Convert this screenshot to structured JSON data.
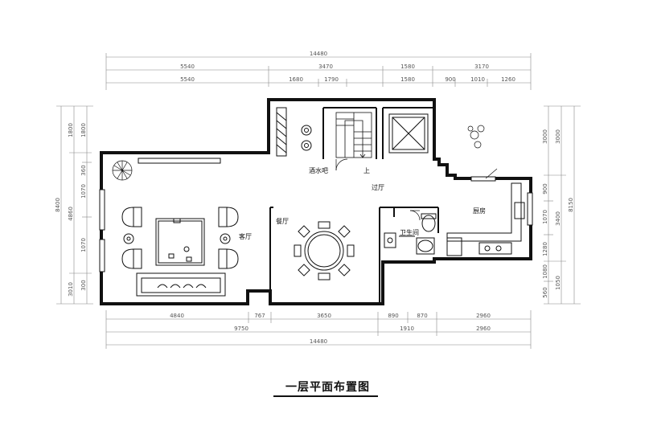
{
  "title": "一层平面布置图",
  "rooms": {
    "bar": "酒水吧",
    "stairs_up": "上",
    "corridor": "过厅",
    "dining": "餐厅",
    "living": "客厅",
    "bathroom": "卫生间",
    "kitchen": "厨房"
  },
  "dimensions": {
    "top_total": "14480",
    "top_row1": [
      "5540",
      "3470",
      "1580",
      "3170"
    ],
    "top_row2": [
      "5540",
      "1680",
      "1790",
      "1580",
      "900",
      "1010",
      "1260"
    ],
    "bottom_row1": [
      "4840",
      "767",
      "3650",
      "890",
      "870",
      "2960"
    ],
    "bottom_row2": [
      "9750",
      "1910",
      "2960"
    ],
    "bottom_total": "14480",
    "left_outer": "8400",
    "left_mid": [
      "1800",
      "4860",
      "3010"
    ],
    "left_inner": [
      "1800",
      "360",
      "1070",
      "1070",
      "300"
    ],
    "right_outer": "8150",
    "right_mid": [
      "3000",
      "3400",
      "1050"
    ],
    "right_inner": [
      "3000",
      "900",
      "1070",
      "1280",
      "1080",
      "560"
    ]
  }
}
